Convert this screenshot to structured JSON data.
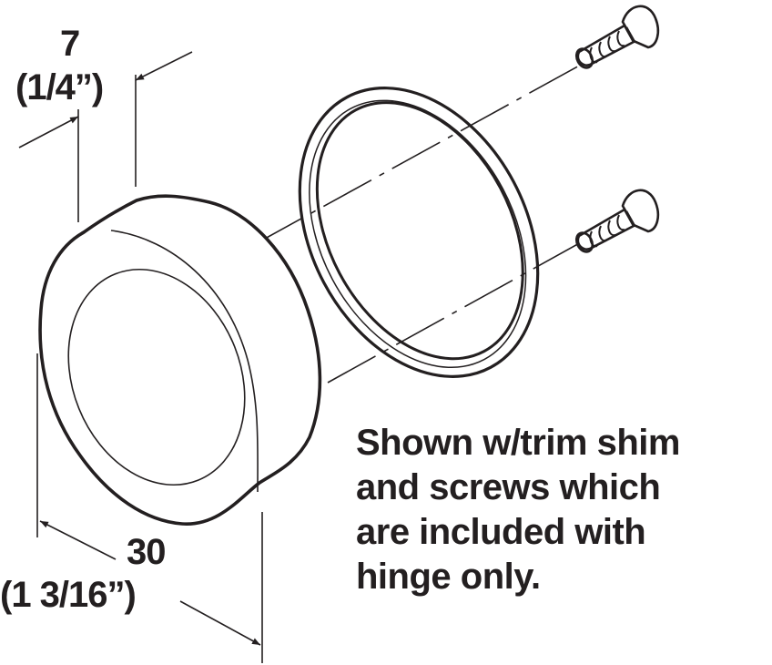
{
  "diagram": {
    "subject": "Hinge cover cap shown with trim shim and screws",
    "parts": [
      {
        "id": "cover-cap",
        "label": "Cover cap"
      },
      {
        "id": "trim-shim",
        "label": "Trim shim ring"
      },
      {
        "id": "screw-top",
        "label": "Screw"
      },
      {
        "id": "screw-bottom",
        "label": "Screw"
      }
    ],
    "dimensions": {
      "thickness": {
        "metric": "7",
        "imperial": "(1/4”)"
      },
      "diameter": {
        "metric": "30",
        "imperial": "(1 3/16”)"
      }
    },
    "note": {
      "lines": [
        "Shown w/trim shim",
        "and screws which",
        "are included with",
        "hinge only."
      ]
    },
    "colors": {
      "line": "#231f20",
      "background": "#ffffff"
    }
  }
}
